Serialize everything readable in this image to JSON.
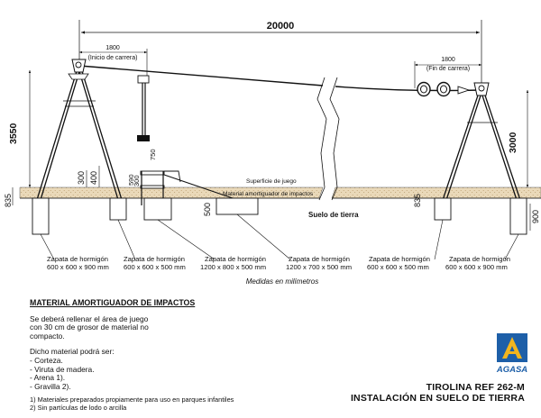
{
  "drawing": {
    "total_length": "20000",
    "left_start": {
      "dim": "1800",
      "label": "(Inicio de carrera)"
    },
    "right_end": {
      "dim": "1800",
      "label": "(Fin de carrera)"
    },
    "heights": {
      "left": "3550",
      "right": "3000"
    },
    "dims_small": {
      "d300a": "300",
      "d400": "400",
      "d590": "590",
      "d750": "750",
      "d300b": "300",
      "d835_left": "835",
      "d835_right": "835",
      "d500": "500",
      "d900": "900"
    },
    "labels": {
      "play_surface": "Superficie de juego",
      "impact_layer": "Material amortiguador de impactos",
      "ground": "Suelo de tierra",
      "measure_note": "Medidas en milímetros"
    },
    "footings": [
      {
        "label": "Zapata de hormigón",
        "size": "600 x 600 x 900 mm"
      },
      {
        "label": "Zapata de hormigón",
        "size": "600 x 600 x 500 mm"
      },
      {
        "label": "Zapata de hormigón",
        "size": "1200 x 800 x 500 mm"
      },
      {
        "label": "Zapata de hormigón",
        "size": "1200 x 700 x 500 mm"
      },
      {
        "label": "Zapata de hormigón",
        "size": "600 x 600 x 500 mm"
      },
      {
        "label": "Zapata de hormigón",
        "size": "600 x 600 x 900 mm"
      }
    ]
  },
  "notes": {
    "heading": "MATERIAL AMORTIGUADOR DE IMPACTOS",
    "line1": "Se deberá rellenar el área de juego",
    "line2": "con 30 cm de grosor de material no",
    "line3": "compacto.",
    "line4": "Dicho material podrá ser:",
    "items": [
      "- Corteza.",
      "- Viruta de madera.",
      "- Arena 1).",
      "- Gravilla 2)."
    ],
    "footnote1": "1) Materiales preparados propiamente para uso en parques infantiles",
    "footnote2": "2) Sin partículas de lodo o arcilla"
  },
  "brand": {
    "name": "AGASA",
    "color": "#1d5fa8",
    "accent": "#f2b51d"
  },
  "title": {
    "line1": "TIROLINA REF 262-M",
    "line2": "INSTALACIÓN EN SUELO DE TIERRA"
  }
}
